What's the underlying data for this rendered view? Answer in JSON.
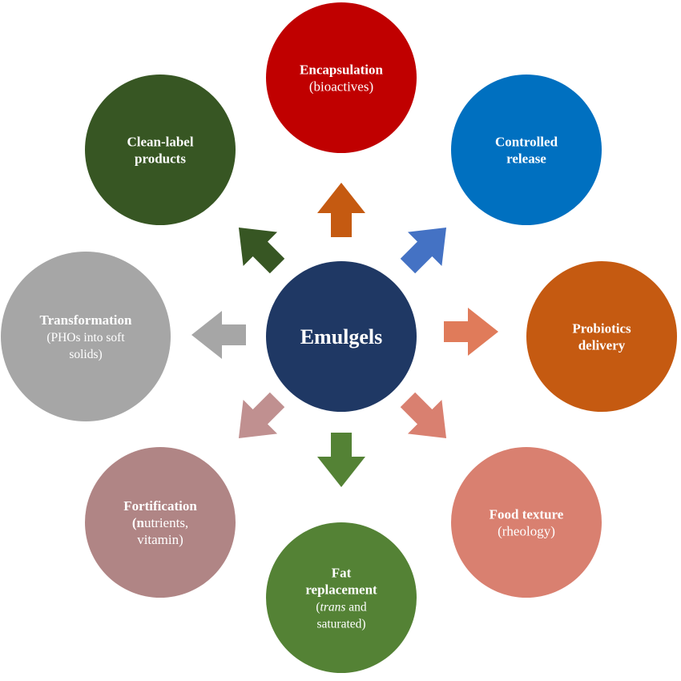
{
  "center": {
    "label": "Emulgels",
    "color": "#1f3864"
  },
  "nodes": [
    {
      "id": "encapsulation",
      "color": "#c00000",
      "arrow_color": "#c55a11",
      "lines": [
        {
          "text": "Encapsulation",
          "style": "bold"
        },
        {
          "text": "(bioactives)",
          "style": "reg"
        }
      ]
    },
    {
      "id": "controlled-release",
      "color": "#0070c0",
      "arrow_color": "#4472c4",
      "lines": [
        {
          "text": "Controlled",
          "style": "bold"
        },
        {
          "text": "release",
          "style": "bold"
        }
      ]
    },
    {
      "id": "probiotics-delivery",
      "color": "#c55a11",
      "arrow_color": "#e07b5a",
      "lines": [
        {
          "text": "Probiotics",
          "style": "bold"
        },
        {
          "text": "delivery",
          "style": "bold"
        }
      ]
    },
    {
      "id": "food-texture",
      "color": "#d98070",
      "arrow_color": "#d98070",
      "lines": [
        {
          "text": "Food texture",
          "style": "bold"
        },
        {
          "text": "(rheology)",
          "style": "reg"
        }
      ]
    },
    {
      "id": "fat-replacement",
      "color": "#548235",
      "arrow_color": "#548235",
      "lines": [
        {
          "text": "Fat",
          "style": "bold"
        },
        {
          "text": "replacement",
          "style": "bold"
        },
        {
          "text": "(trans and",
          "style": "small",
          "italic_word": "trans"
        },
        {
          "text": "saturated)",
          "style": "small"
        }
      ]
    },
    {
      "id": "fortification",
      "color": "#b08585",
      "arrow_color": "#c09090",
      "lines": [
        {
          "text": "Fortification",
          "style": "bold"
        },
        {
          "text": "(nutrients,",
          "style": "reg",
          "bold_prefix": "(n"
        },
        {
          "text": "vitamin)",
          "style": "reg"
        }
      ]
    },
    {
      "id": "transformation",
      "color": "#a6a6a6",
      "arrow_color": "#a6a6a6",
      "lines": [
        {
          "text": "Transformation",
          "style": "bold"
        },
        {
          "text": "(PHOs into soft",
          "style": "small"
        },
        {
          "text": "solids)",
          "style": "small"
        }
      ]
    },
    {
      "id": "clean-label-products",
      "color": "#375623",
      "arrow_color": "#375623",
      "lines": [
        {
          "text": "Clean-label",
          "style": "bold"
        },
        {
          "text": "products",
          "style": "bold"
        }
      ]
    }
  ]
}
